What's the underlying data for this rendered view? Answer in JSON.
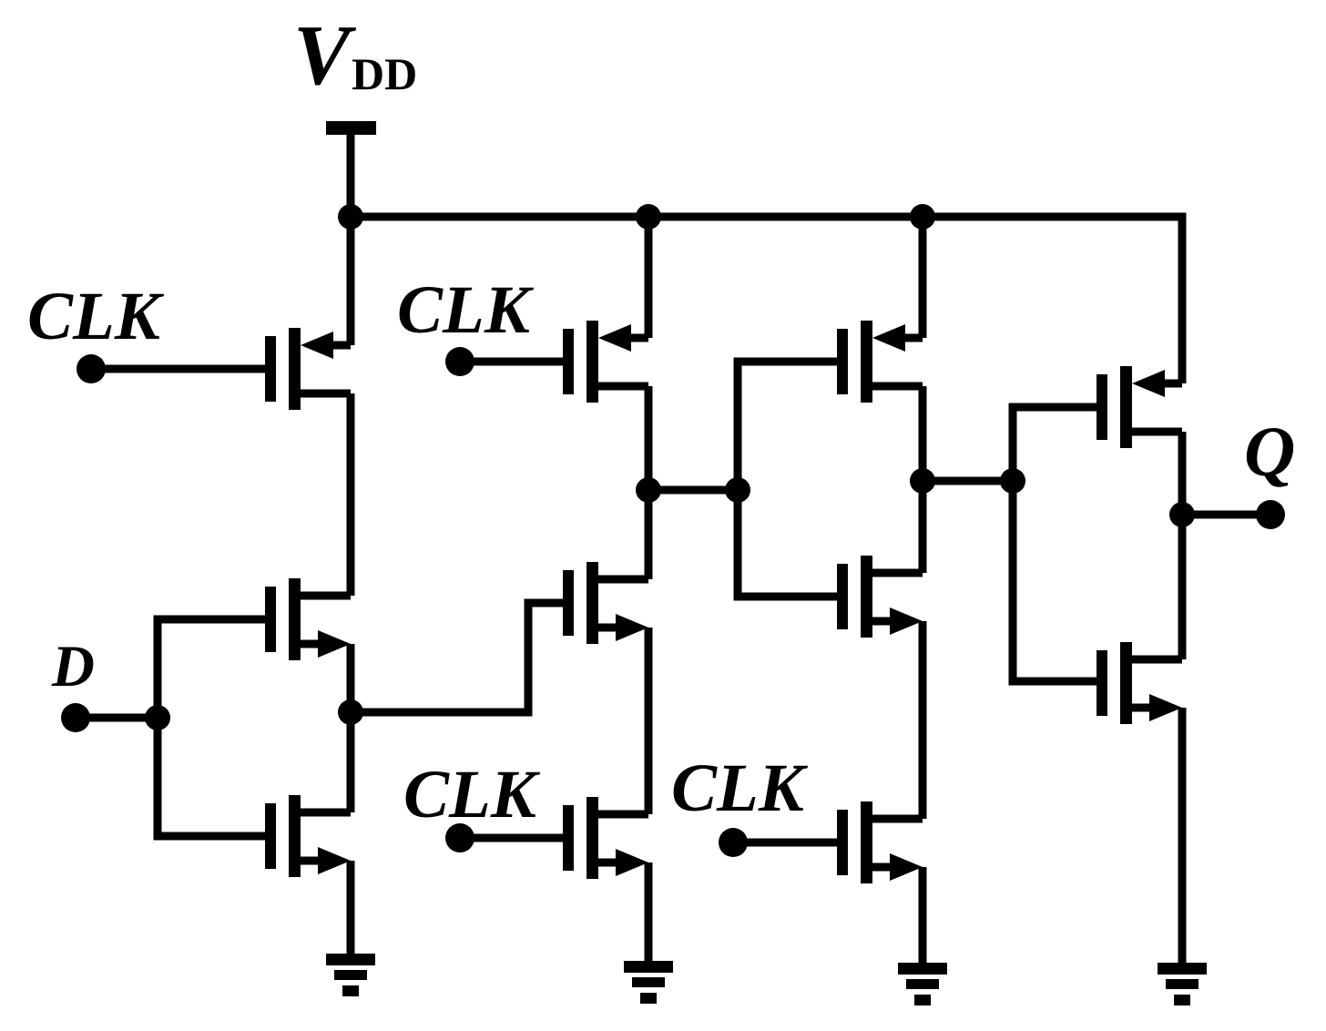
{
  "figure": {
    "background_color": "#ffffff",
    "ink_color": "#000000",
    "labels": {
      "vdd": {
        "base": "V",
        "subscript": "DD"
      },
      "clk_top_left": "CLK",
      "clk_top_middle": "CLK",
      "clk_bottom_left": "CLK",
      "clk_bottom_right": "CLK",
      "data_input": "D",
      "output": "Q"
    },
    "components": {
      "pmos_transistors": [
        "pmos-stage1-clk",
        "pmos-stage2-clk",
        "pmos-stage3",
        "pmos-output"
      ],
      "nmos_transistors": [
        "nmos-stage1-d-upper",
        "nmos-stage1-d-lower",
        "nmos-stage2-middle",
        "nmos-stage2-clk-bottom",
        "nmos-stage3-middle",
        "nmos-stage3-clk-bottom",
        "nmos-output"
      ],
      "power_symbols": 1,
      "ground_symbols": 4,
      "junction_dots": 10,
      "terminal_dots": 6
    }
  }
}
